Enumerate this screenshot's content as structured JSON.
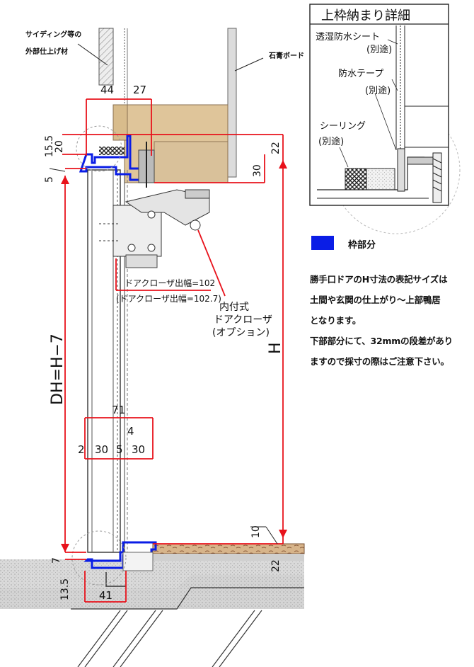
{
  "labels": {
    "siding_line1": "サイディング等の",
    "siding_line2": "外部仕上げ材",
    "gypsum": "石膏ボード",
    "closer_width1": "ドアクローザ出幅=102",
    "closer_width2": "(ドアクローザ出幅=102.7)",
    "closer_name1": "内付式",
    "closer_name2": "ドアクローザ",
    "closer_name3": "(オプション)"
  },
  "dimensions": {
    "d44": "44",
    "d27": "27",
    "d15_5": "15.5",
    "d20": "20",
    "d5": "5",
    "d22_top": "22",
    "d30_right": "30",
    "dh": "DH=H−7",
    "h": "H",
    "d71": "71",
    "d4": "4",
    "d2": "2",
    "d30a": "30",
    "d5b": "5",
    "d30b": "30",
    "d10": "10",
    "d7": "7",
    "d22_bottom": "22",
    "d13_5": "13.5",
    "d41": "41"
  },
  "detail": {
    "title": "上枠納まり詳細",
    "sheet1": "透湿防水シート",
    "sheet2": "(別途)",
    "tape1": "防水テープ",
    "tape2": "(別途)",
    "seal1": "シーリング",
    "seal2": "(別途)"
  },
  "legend": {
    "label": "枠部分",
    "color": "#0a1de6"
  },
  "notes": [
    "勝手口ドアのH寸法の表記サイズは",
    "土間や玄関の仕上がり〜上部鴨居",
    "となります。",
    "下部部分にて、32mmの段差があり",
    "ますので採寸の際はご注意下さい。"
  ],
  "colors": {
    "dimension_red": "#e8121b",
    "frame_blue": "#0a1de6",
    "wood": "#dfc59a",
    "concrete": "#d9d9d9"
  }
}
